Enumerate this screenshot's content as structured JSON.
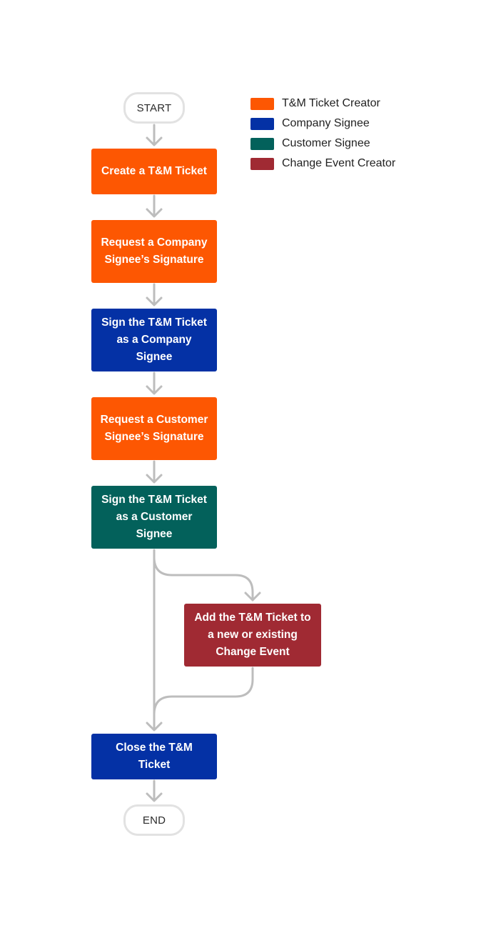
{
  "colors": {
    "tm_ticket_creator": "#fd5702",
    "company_signee": "#0431a5",
    "customer_signee": "#03615b",
    "change_event_creator": "#a02a33",
    "connector": "#bdbdbd",
    "terminal_border": "#e2e2e2"
  },
  "legend": {
    "items": [
      {
        "label": "T&M Ticket Creator",
        "color": "#fd5702"
      },
      {
        "label": "Company Signee",
        "color": "#0431a5"
      },
      {
        "label": "Customer Signee",
        "color": "#03615b"
      },
      {
        "label": "Change Event Creator",
        "color": "#a02a33"
      }
    ]
  },
  "flow": {
    "start": "START",
    "end": "END",
    "steps": {
      "create_ticket": {
        "lines": [
          "Create a T&M Ticket"
        ],
        "role": "tm_ticket_creator"
      },
      "request_company_signature": {
        "lines": [
          "Request a Company",
          "Signee’s Signature"
        ],
        "role": "tm_ticket_creator"
      },
      "sign_as_company": {
        "lines": [
          "Sign the T&M Ticket",
          "as a Company",
          "Signee"
        ],
        "role": "company_signee"
      },
      "request_customer_signature": {
        "lines": [
          "Request a Customer",
          "Signee’s Signature"
        ],
        "role": "tm_ticket_creator"
      },
      "sign_as_customer": {
        "lines": [
          "Sign the T&M Ticket",
          "as a Customer",
          "Signee"
        ],
        "role": "customer_signee"
      },
      "add_to_change_event": {
        "lines": [
          "Add the T&M Ticket to",
          "a new or existing",
          "Change Event"
        ],
        "role": "change_event_creator"
      },
      "close_ticket": {
        "lines": [
          "Close the T&M",
          "Ticket"
        ],
        "role": "company_signee"
      }
    }
  }
}
